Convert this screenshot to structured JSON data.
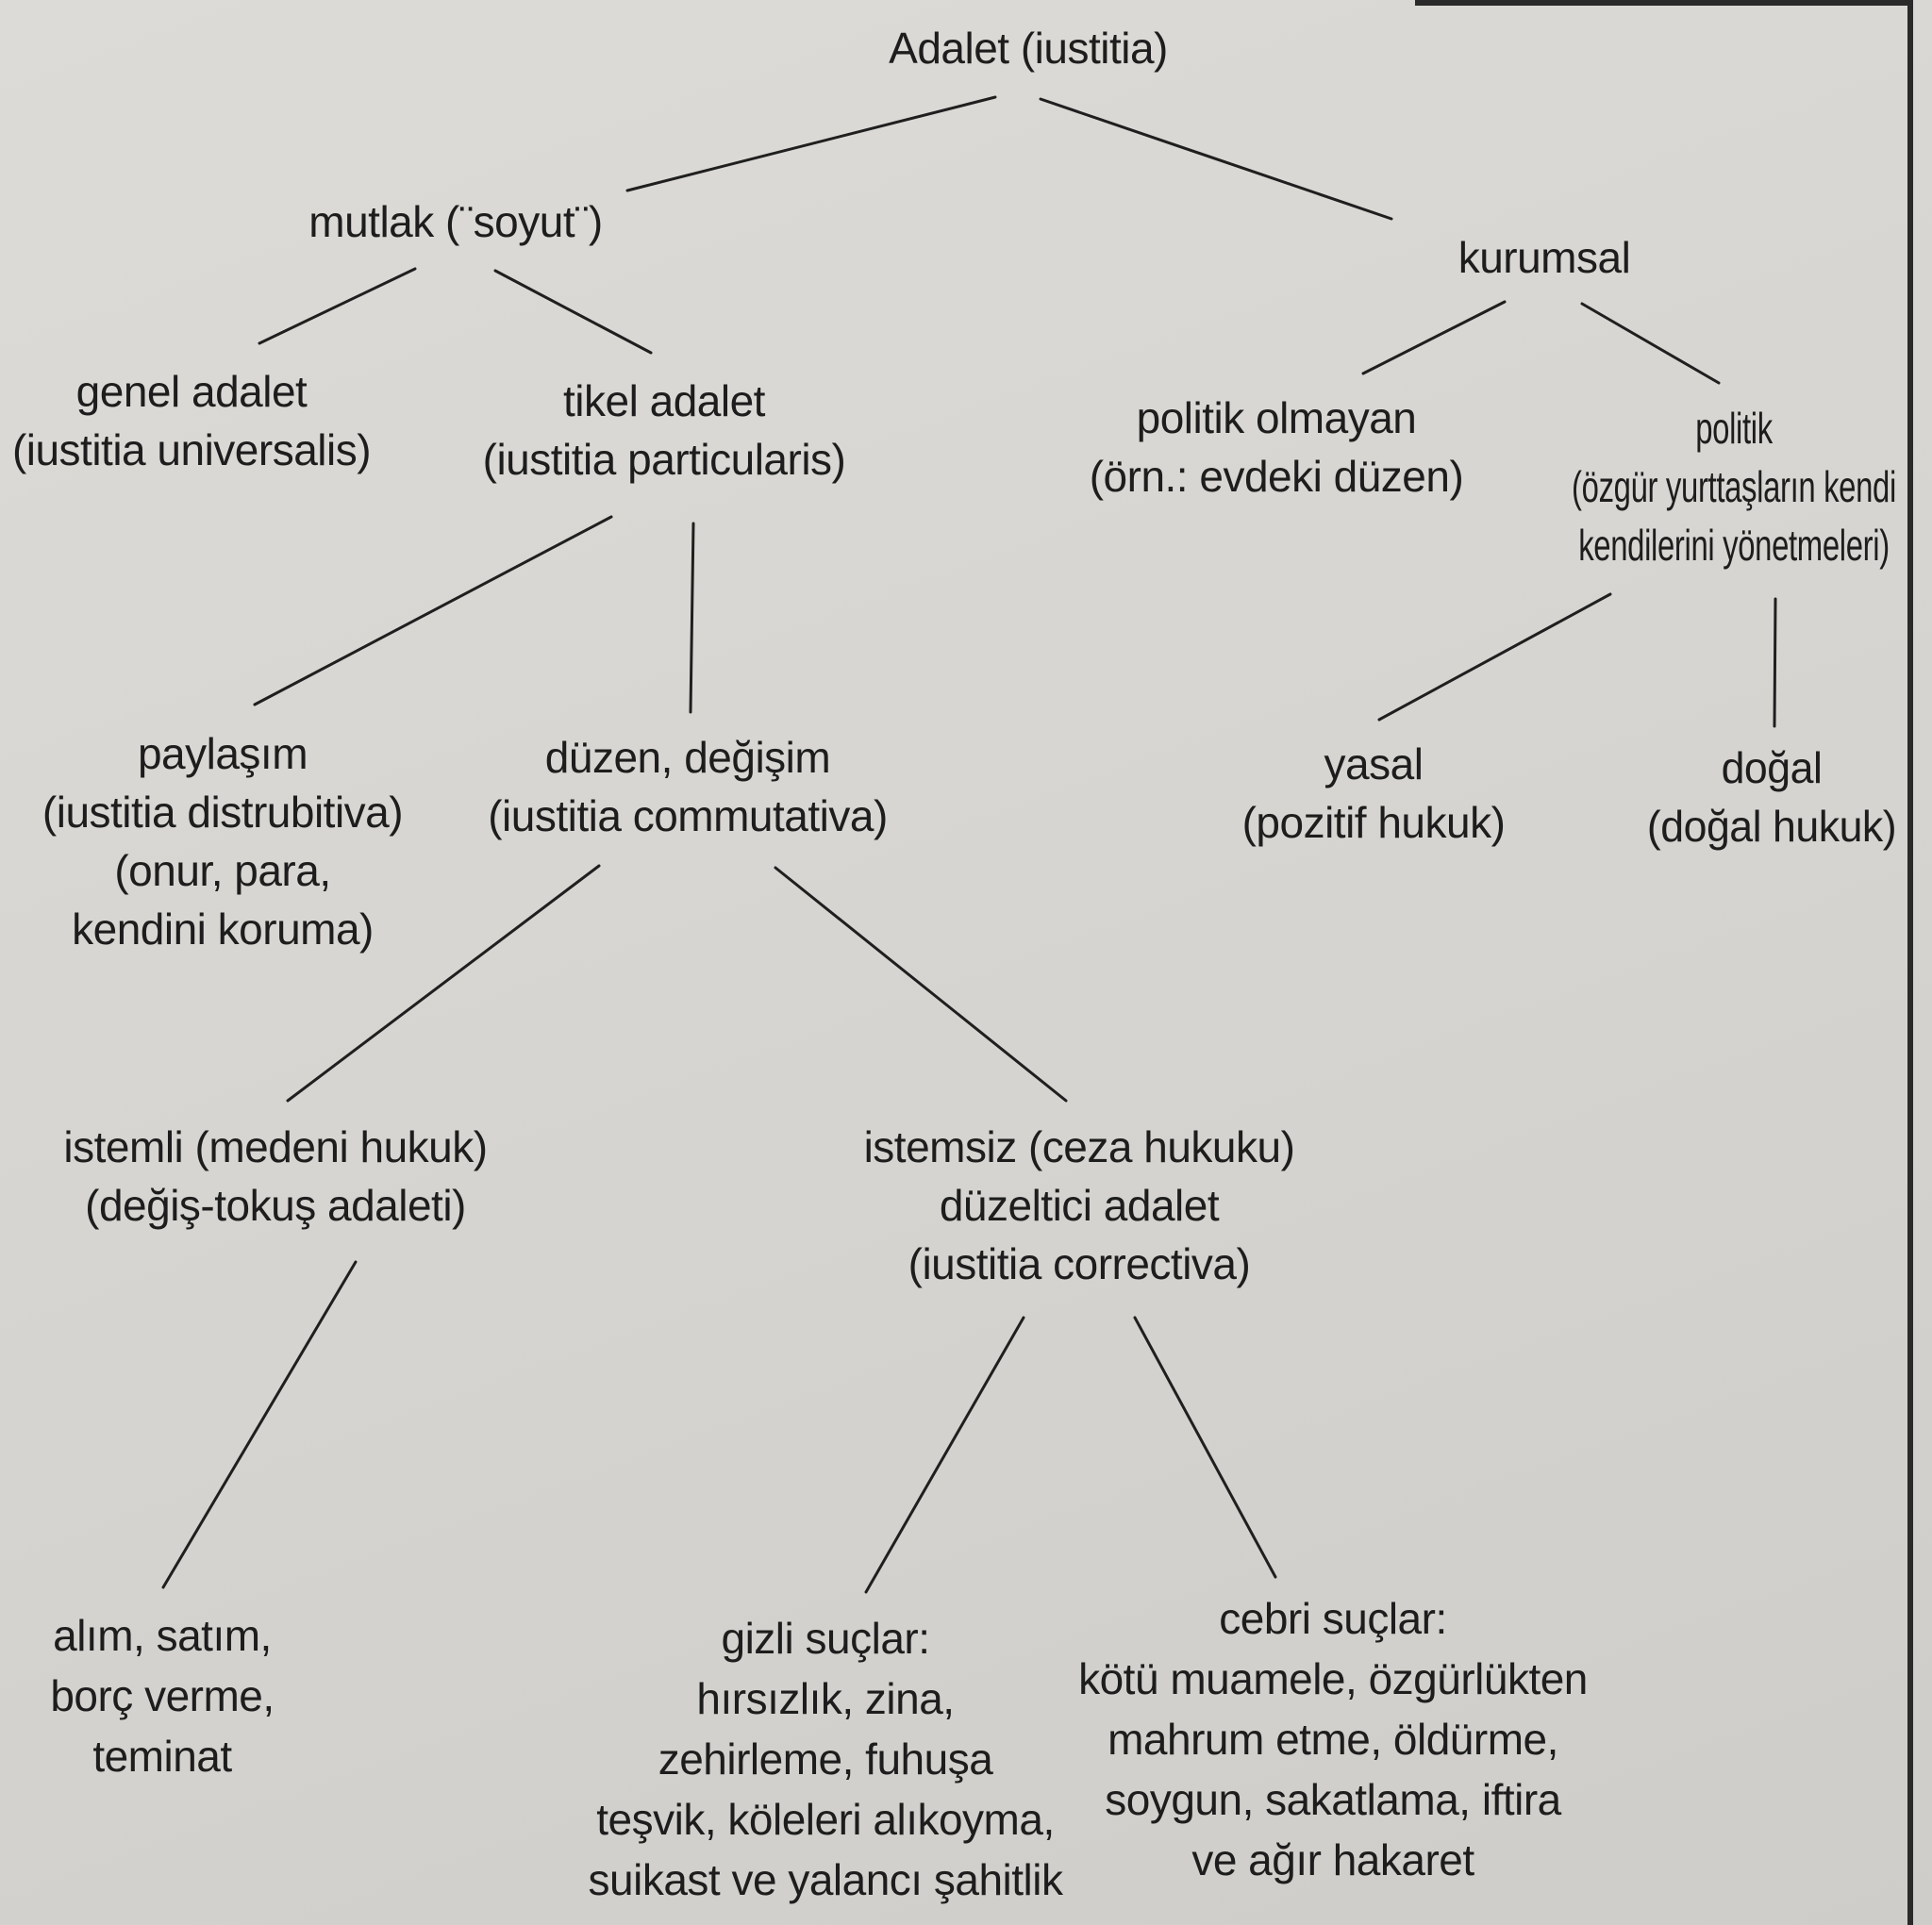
{
  "diagram": {
    "nodes": [
      {
        "id": "root",
        "lines": [
          "Adalet (iustitia)"
        ]
      },
      {
        "id": "mutlak",
        "lines": [
          "mutlak (¨soyut¨)"
        ]
      },
      {
        "id": "kurumsal",
        "lines": [
          "kurumsal"
        ]
      },
      {
        "id": "genel",
        "lines": [
          "genel adalet",
          "(iustitia universalis)"
        ]
      },
      {
        "id": "tikel",
        "lines": [
          "tikel adalet",
          "(iustitia particularis)"
        ]
      },
      {
        "id": "politik-olmayan",
        "lines": [
          "politik olmayan",
          "(örn.: evdeki düzen)"
        ]
      },
      {
        "id": "politik",
        "lines": [
          "politik",
          "(özgür yurttaşların kendi",
          "kendilerini yönetmeleri)"
        ]
      },
      {
        "id": "paylasim",
        "lines": [
          "paylaşım",
          "(iustitia distrubitiva)",
          "(onur, para,",
          "kendini koruma)"
        ]
      },
      {
        "id": "duzen",
        "lines": [
          "düzen, değişim",
          "(iustitia commutativa)"
        ]
      },
      {
        "id": "yasal",
        "lines": [
          "yasal",
          "(pozitif hukuk)"
        ]
      },
      {
        "id": "dogal",
        "lines": [
          "doğal",
          "(doğal hukuk)"
        ]
      },
      {
        "id": "istemli",
        "lines": [
          "istemli (medeni hukuk)",
          "(değiş-tokuş adaleti)"
        ]
      },
      {
        "id": "istemsiz",
        "lines": [
          "istemsiz (ceza hukuku)",
          "düzeltici adalet",
          "(iustitia correctiva)"
        ]
      },
      {
        "id": "alim",
        "lines": [
          "alım, satım,",
          "borç verme,",
          "teminat"
        ]
      },
      {
        "id": "gizli",
        "lines": [
          "gizli suçlar:",
          "hırsızlık, zina,",
          "zehirleme, fuhuşa",
          "teşvik, köleleri alıkoyma,",
          "suikast ve yalancı şahitlik"
        ]
      },
      {
        "id": "cebri",
        "lines": [
          "cebri suçlar:",
          "kötü muamele, özgürlükten",
          "mahrum etme, öldürme,",
          "soygun, sakatlama, iftira",
          "ve ağır hakaret"
        ]
      }
    ],
    "edges": [
      {
        "from": "root",
        "to": "mutlak"
      },
      {
        "from": "root",
        "to": "kurumsal"
      },
      {
        "from": "mutlak",
        "to": "genel"
      },
      {
        "from": "mutlak",
        "to": "tikel"
      },
      {
        "from": "kurumsal",
        "to": "politik-olmayan"
      },
      {
        "from": "kurumsal",
        "to": "politik"
      },
      {
        "from": "tikel",
        "to": "paylasim"
      },
      {
        "from": "tikel",
        "to": "duzen"
      },
      {
        "from": "politik",
        "to": "yasal"
      },
      {
        "from": "politik",
        "to": "dogal"
      },
      {
        "from": "duzen",
        "to": "istemli"
      },
      {
        "from": "duzen",
        "to": "istemsiz"
      },
      {
        "from": "istemli",
        "to": "alim"
      },
      {
        "from": "istemsiz",
        "to": "gizli"
      },
      {
        "from": "istemsiz",
        "to": "cebri"
      }
    ]
  }
}
